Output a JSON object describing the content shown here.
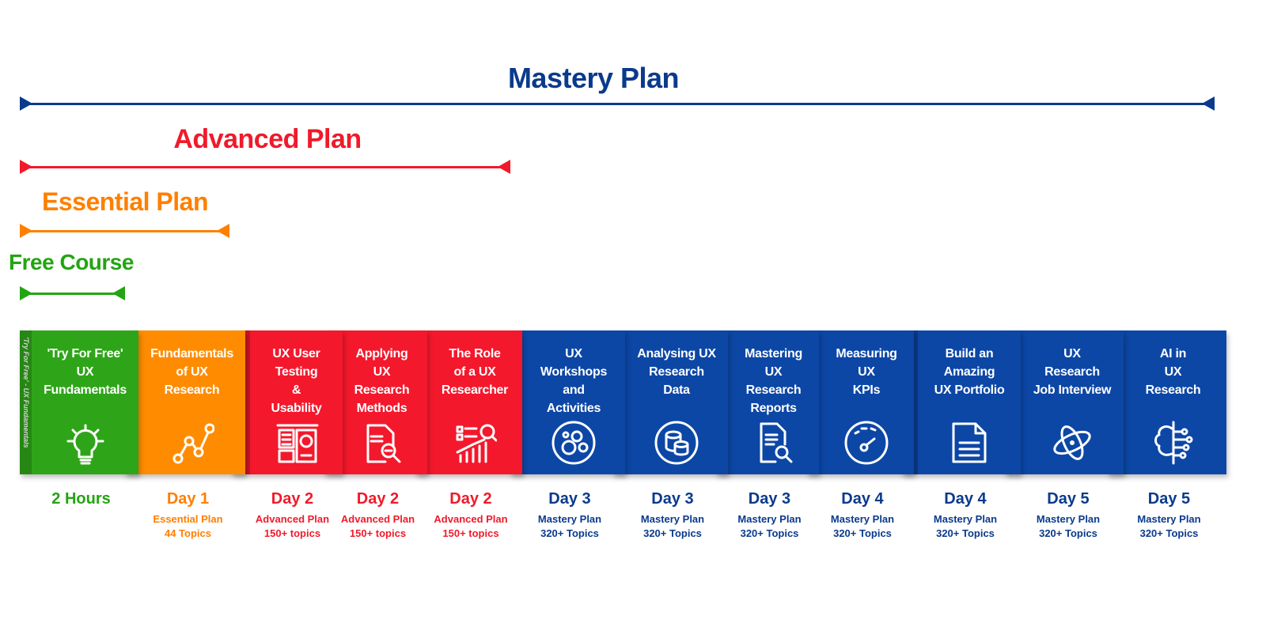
{
  "plans": [
    {
      "title": "Mastery Plan",
      "color": "#0a3a8c"
    },
    {
      "title": "Advanced Plan",
      "color": "#f01a2a"
    },
    {
      "title": "Essential Plan",
      "color": "#ff7f00"
    },
    {
      "title": "Free Course",
      "color": "#22a511"
    }
  ],
  "courses": [
    {
      "title": "'Try For Free'\nUX\nFundamentals",
      "spine": "'Try For Free' - UX Fundamentals",
      "icon": "lightbulb-icon",
      "color": "#2ea518",
      "day": "2 Hours",
      "plan": "",
      "topics": "",
      "label_color": "#22a511"
    },
    {
      "title": "Fundamentals\nof UX\nResearch",
      "spine": "Fundamentals of UX Research",
      "icon": "line-chart-icon",
      "color": "#ff8c00",
      "day": "Day 1",
      "plan": "Essential Plan",
      "topics": "44 Topics",
      "label_color": "#ff7f00"
    },
    {
      "title": "UX User\nTesting\n&\nUsability",
      "spine": "UX User Testing & Usability",
      "icon": "dashboard-layout-icon",
      "color": "#f4182c",
      "day": "Day 2",
      "plan": "Advanced Plan",
      "topics": "150+ topics",
      "label_color": "#f01a2a"
    },
    {
      "title": "Applying\nUX\nResearch\nMethods",
      "spine": "Applying UX Research Methods",
      "icon": "document-search-icon",
      "color": "#f4182c",
      "day": "Day 2",
      "plan": "Advanced Plan",
      "topics": "150+ topics",
      "label_color": "#f01a2a"
    },
    {
      "title": "The Role\nof a UX\nResearcher",
      "spine": "The Role of a UX Researcher",
      "icon": "analytics-icon",
      "color": "#f4182c",
      "day": "Day 2",
      "plan": "Advanced Plan",
      "topics": "150+ topics",
      "label_color": "#f01a2a"
    },
    {
      "title": "UX\nWorkshops\nand\nActivities",
      "spine": "UX Workshops and Activities",
      "icon": "gears-icon",
      "color": "#0c47a6",
      "day": "Day 3",
      "plan": "Mastery Plan",
      "topics": "320+ Topics",
      "label_color": "#0a3a8c"
    },
    {
      "title": "Analysing UX\nResearch\nData",
      "spine": "Analysing UX Research Data",
      "icon": "database-icon",
      "color": "#0c47a6",
      "day": "Day 3",
      "plan": "Mastery Plan",
      "topics": "320+ Topics",
      "label_color": "#0a3a8c"
    },
    {
      "title": "Mastering\nUX\nResearch\nReports",
      "spine": "Mastering UX Research Reports",
      "icon": "report-search-icon",
      "color": "#0c47a6",
      "day": "Day 3",
      "plan": "Mastery Plan",
      "topics": "320+ Topics",
      "label_color": "#0a3a8c"
    },
    {
      "title": "Measuring\nUX\nKPIs",
      "spine": "Measuring UX KPIs",
      "icon": "gauge-icon",
      "color": "#0c47a6",
      "day": "Day 4",
      "plan": "Mastery Plan",
      "topics": "320+ Topics",
      "label_color": "#0a3a8c"
    },
    {
      "title": "Build an\nAmazing\nUX Portfolio",
      "spine": "Build an Amazing UX Portfolio",
      "icon": "document-icon",
      "color": "#0c47a6",
      "day": "Day 4",
      "plan": "Mastery Plan",
      "topics": "320+ Topics",
      "label_color": "#0a3a8c"
    },
    {
      "title": "UX\nResearch\nJob Interview",
      "spine": "UX Research Job Interview",
      "icon": "atom-icon",
      "color": "#0c47a6",
      "day": "Day 5",
      "plan": "Mastery Plan",
      "topics": "320+ Topics",
      "label_color": "#0a3a8c"
    },
    {
      "title": "AI in\nUX\nResearch",
      "spine": "AI in UX Research",
      "icon": "ai-brain-icon",
      "color": "#0c47a6",
      "day": "Day 5",
      "plan": "Mastery Plan",
      "topics": "320+ Topics",
      "label_color": "#0a3a8c"
    }
  ]
}
